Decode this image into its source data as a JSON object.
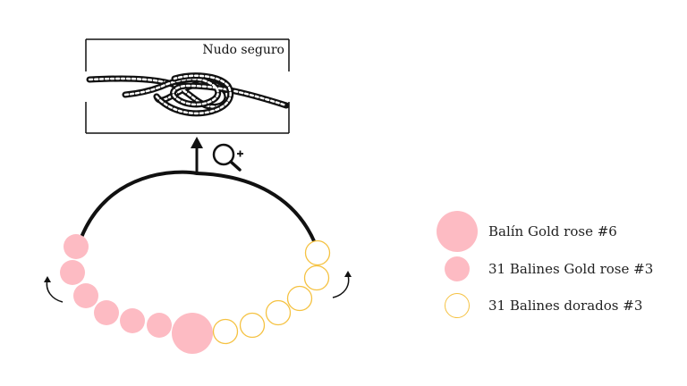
{
  "knot_box": {
    "label": "Nudo seguro"
  },
  "icons": {
    "zoom": "zoom-in-icon",
    "arrow_up": "arrow-up-icon",
    "rotate_left": "curved-arrow-left-icon",
    "rotate_right": "curved-arrow-right-icon",
    "knot": "knot-illustration-icon"
  },
  "colors": {
    "pink": "#fdbbc3",
    "gold": "#f5c242",
    "stroke": "#111111"
  },
  "legend": {
    "items": [
      {
        "label": "Balín Gold rose #6",
        "type": "large-pink"
      },
      {
        "label": "31 Balines Gold rose #3",
        "type": "small-pink"
      },
      {
        "label": "31 Balines dorados #3",
        "type": "small-gold"
      }
    ]
  }
}
